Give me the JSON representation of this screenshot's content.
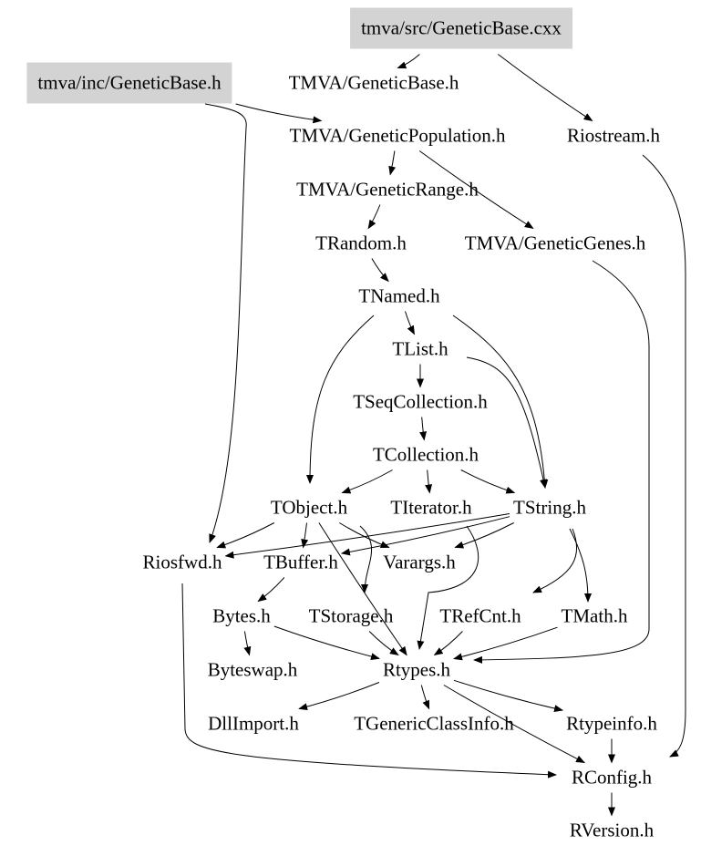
{
  "colors": {
    "highlight_fill": "#d3d3d3",
    "edge": "#000000"
  },
  "nodes": [
    {
      "id": "cxx",
      "label": "tmva/src/GeneticBase.cxx",
      "highlighted": true
    },
    {
      "id": "inc",
      "label": "tmva/inc/GeneticBase.h",
      "highlighted": true
    },
    {
      "id": "gbase",
      "label": "TMVA/GeneticBase.h"
    },
    {
      "id": "gpop",
      "label": "TMVA/GeneticPopulation.h"
    },
    {
      "id": "riostream",
      "label": "Riostream.h"
    },
    {
      "id": "grange",
      "label": "TMVA/GeneticRange.h"
    },
    {
      "id": "trandom",
      "label": "TRandom.h"
    },
    {
      "id": "ggenes",
      "label": "TMVA/GeneticGenes.h"
    },
    {
      "id": "tnamed",
      "label": "TNamed.h"
    },
    {
      "id": "tlist",
      "label": "TList.h"
    },
    {
      "id": "tseq",
      "label": "TSeqCollection.h"
    },
    {
      "id": "tcoll",
      "label": "TCollection.h"
    },
    {
      "id": "tobject",
      "label": "TObject.h"
    },
    {
      "id": "titer",
      "label": "TIterator.h"
    },
    {
      "id": "tstring",
      "label": "TString.h"
    },
    {
      "id": "riosfwd",
      "label": "Riosfwd.h"
    },
    {
      "id": "tbuffer",
      "label": "TBuffer.h"
    },
    {
      "id": "varargs",
      "label": "Varargs.h"
    },
    {
      "id": "bytes",
      "label": "Bytes.h"
    },
    {
      "id": "tstorage",
      "label": "TStorage.h"
    },
    {
      "id": "trefcnt",
      "label": "TRefCnt.h"
    },
    {
      "id": "tmath",
      "label": "TMath.h"
    },
    {
      "id": "byteswap",
      "label": "Byteswap.h"
    },
    {
      "id": "rtypes",
      "label": "Rtypes.h"
    },
    {
      "id": "dllimport",
      "label": "DllImport.h"
    },
    {
      "id": "tgci",
      "label": "TGenericClassInfo.h"
    },
    {
      "id": "rtypeinfo",
      "label": "Rtypeinfo.h"
    },
    {
      "id": "rconfig",
      "label": "RConfig.h"
    },
    {
      "id": "rversion",
      "label": "RVersion.h"
    }
  ],
  "edges": [
    [
      "cxx",
      "gbase"
    ],
    [
      "cxx",
      "riostream"
    ],
    [
      "inc",
      "gpop"
    ],
    [
      "inc",
      "riosfwd"
    ],
    [
      "gpop",
      "grange"
    ],
    [
      "gpop",
      "ggenes"
    ],
    [
      "grange",
      "trandom"
    ],
    [
      "trandom",
      "tnamed"
    ],
    [
      "riostream",
      "rconfig"
    ],
    [
      "ggenes",
      "rtypes"
    ],
    [
      "tnamed",
      "tlist"
    ],
    [
      "tnamed",
      "tobject"
    ],
    [
      "tnamed",
      "tstring"
    ],
    [
      "tlist",
      "tseq"
    ],
    [
      "tlist",
      "tstring"
    ],
    [
      "tseq",
      "tcoll"
    ],
    [
      "tcoll",
      "tobject"
    ],
    [
      "tcoll",
      "titer"
    ],
    [
      "tcoll",
      "tstring"
    ],
    [
      "tobject",
      "riosfwd"
    ],
    [
      "tobject",
      "tbuffer"
    ],
    [
      "tobject",
      "varargs"
    ],
    [
      "tobject",
      "tstorage"
    ],
    [
      "tobject",
      "rtypes"
    ],
    [
      "titer",
      "rtypes"
    ],
    [
      "tstring",
      "riosfwd"
    ],
    [
      "tstring",
      "tbuffer"
    ],
    [
      "tstring",
      "varargs"
    ],
    [
      "tstring",
      "trefcnt"
    ],
    [
      "tstring",
      "tmath"
    ],
    [
      "tbuffer",
      "bytes"
    ],
    [
      "bytes",
      "byteswap"
    ],
    [
      "bytes",
      "rtypes"
    ],
    [
      "tstorage",
      "rtypes"
    ],
    [
      "trefcnt",
      "rtypes"
    ],
    [
      "tmath",
      "rtypes"
    ],
    [
      "rtypes",
      "dllimport"
    ],
    [
      "rtypes",
      "tgci"
    ],
    [
      "rtypes",
      "rtypeinfo"
    ],
    [
      "rtypes",
      "rconfig"
    ],
    [
      "riosfwd",
      "rconfig"
    ],
    [
      "rtypeinfo",
      "rconfig"
    ],
    [
      "rconfig",
      "rversion"
    ]
  ]
}
